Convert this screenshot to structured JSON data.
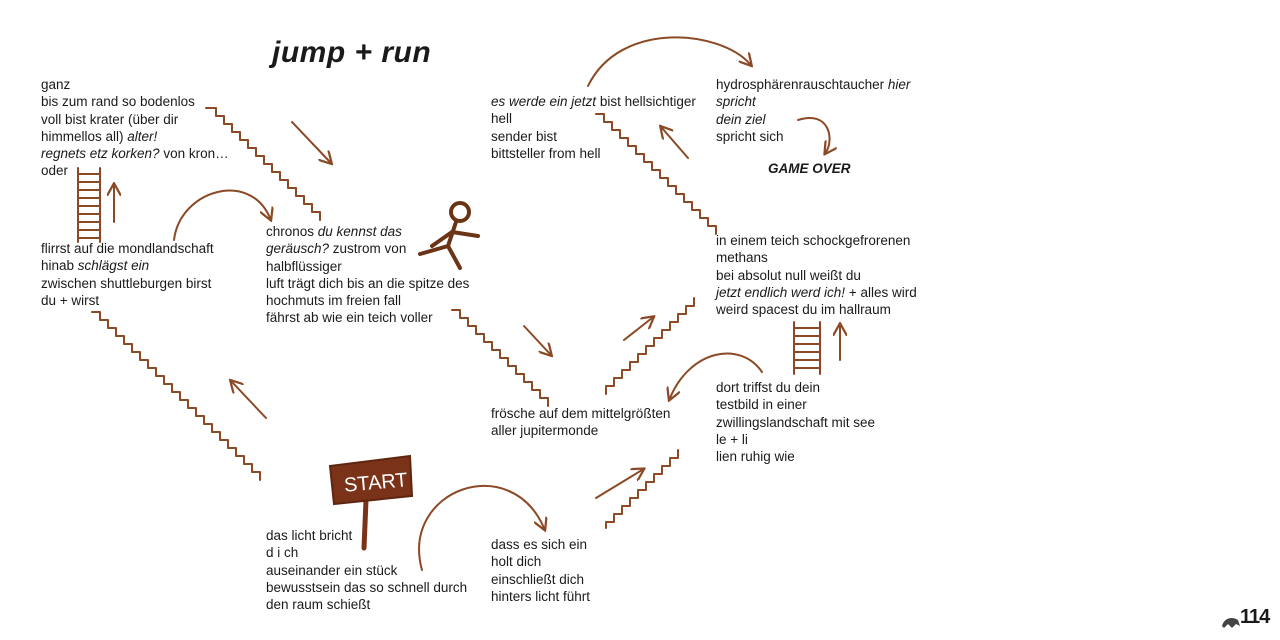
{
  "title": "jump + run",
  "game_over": "GAME OVER",
  "start_sign": "START",
  "page_number": "114",
  "colors": {
    "ink": "#8b4a26",
    "text": "#1a1a1a",
    "sign": "#7a3318"
  },
  "blocks": {
    "b1": [
      {
        "parts": [
          {
            "t": "ganz",
            "i": false
          }
        ]
      },
      {
        "parts": [
          {
            "t": "bis zum rand so bodenlos",
            "i": false
          }
        ]
      },
      {
        "parts": [
          {
            "t": "voll bist krater (über dir",
            "i": false
          }
        ]
      },
      {
        "parts": [
          {
            "t": "himmellos all) ",
            "i": false
          },
          {
            "t": "alter!",
            "i": true
          }
        ]
      },
      {
        "parts": [
          {
            "t": "regnets etz korken?",
            "i": true
          },
          {
            "t": "  von kron…",
            "i": false
          }
        ]
      },
      {
        "parts": [
          {
            "t": "oder",
            "i": false
          }
        ]
      }
    ],
    "b2": [
      {
        "parts": [
          {
            "t": "flirrst auf die mondlandschaft",
            "i": false
          }
        ]
      },
      {
        "parts": [
          {
            "t": "hinab ",
            "i": false
          },
          {
            "t": "schlägst ein",
            "i": true
          }
        ]
      },
      {
        "parts": [
          {
            "t": "zwischen shuttleburgen birst",
            "i": false
          }
        ]
      },
      {
        "parts": [
          {
            "t": "du + wirst",
            "i": false
          }
        ]
      }
    ],
    "b3": [
      {
        "parts": [
          {
            "t": "chronos ",
            "i": false
          },
          {
            "t": "du kennst das",
            "i": true
          }
        ]
      },
      {
        "parts": [
          {
            "t": "geräusch?",
            "i": true
          },
          {
            "t": "  zustrom von",
            "i": false
          }
        ]
      },
      {
        "parts": [
          {
            "t": "halbflüssiger",
            "i": false
          }
        ]
      },
      {
        "parts": [
          {
            "t": "luft trägt dich bis an die spitze des",
            "i": false
          }
        ]
      },
      {
        "parts": [
          {
            "t": "hochmuts im freien fall",
            "i": false
          }
        ]
      },
      {
        "parts": [
          {
            "t": "fährst ab wie ein teich voller",
            "i": false
          }
        ]
      }
    ],
    "b4": [
      {
        "parts": [
          {
            "t": "das licht bricht",
            "i": false
          }
        ]
      },
      {
        "parts": [
          {
            "t": "d   i   ch",
            "i": false
          }
        ]
      },
      {
        "parts": [
          {
            "t": "auseinander ein stück",
            "i": false
          }
        ]
      },
      {
        "parts": [
          {
            "t": "bewusstsein das so schnell durch",
            "i": false
          }
        ]
      },
      {
        "parts": [
          {
            "t": "den  raum schießt",
            "i": false
          }
        ]
      }
    ],
    "b5": [
      {
        "parts": [
          {
            "t": "dass es sich ein",
            "i": false
          }
        ]
      },
      {
        "parts": [
          {
            "t": "holt dich",
            "i": false
          }
        ]
      },
      {
        "parts": [
          {
            "t": "einschließt dich",
            "i": false
          }
        ]
      },
      {
        "parts": [
          {
            "t": "hinters licht führt",
            "i": false
          }
        ]
      }
    ],
    "b6": [
      {
        "parts": [
          {
            "t": "frösche auf dem mittelgrößten",
            "i": false
          }
        ]
      },
      {
        "parts": [
          {
            "t": "aller jupitermonde",
            "i": false
          }
        ]
      }
    ],
    "b7": [
      {
        "parts": [
          {
            "t": "es werde ein jetzt",
            "i": true
          },
          {
            "t": " bist hellsichtiger",
            "i": false
          }
        ]
      },
      {
        "parts": [
          {
            "t": "hell",
            "i": false
          }
        ]
      },
      {
        "parts": [
          {
            "t": "sender bist",
            "i": false
          }
        ]
      },
      {
        "parts": [
          {
            "t": "bittsteller from hell",
            "i": false
          }
        ]
      }
    ],
    "b8": [
      {
        "parts": [
          {
            "t": "hydrosphärenrauschtaucher ",
            "i": false
          },
          {
            "t": "hier",
            "i": true
          }
        ]
      },
      {
        "parts": [
          {
            "t": "spricht",
            "i": true
          }
        ]
      },
      {
        "parts": [
          {
            "t": "dein ziel",
            "i": true
          }
        ]
      },
      {
        "parts": [
          {
            "t": "spricht sich",
            "i": false
          }
        ]
      }
    ],
    "b9": [
      {
        "parts": [
          {
            "t": "in einem teich schockgefrorenen",
            "i": false
          }
        ]
      },
      {
        "parts": [
          {
            "t": "methans",
            "i": false
          }
        ]
      },
      {
        "parts": [
          {
            "t": "bei absolut null weißt du",
            "i": false
          }
        ]
      },
      {
        "parts": [
          {
            "t": "jetzt endlich werd ich!",
            "i": true
          },
          {
            "t": " + alles wird",
            "i": false
          }
        ]
      },
      {
        "parts": [
          {
            "t": "weird spacest du im hallraum",
            "i": false
          }
        ]
      }
    ],
    "b10": [
      {
        "parts": [
          {
            "t": "dort triffst du dein",
            "i": false
          }
        ]
      },
      {
        "parts": [
          {
            "t": "testbild in einer",
            "i": false
          }
        ]
      },
      {
        "parts": [
          {
            "t": "zwillingslandschaft mit see",
            "i": false
          }
        ]
      },
      {
        "parts": [
          {
            "t": "le + li",
            "i": false
          }
        ]
      },
      {
        "parts": [
          {
            "t": "lien ruhig wie",
            "i": false
          }
        ]
      }
    ]
  }
}
